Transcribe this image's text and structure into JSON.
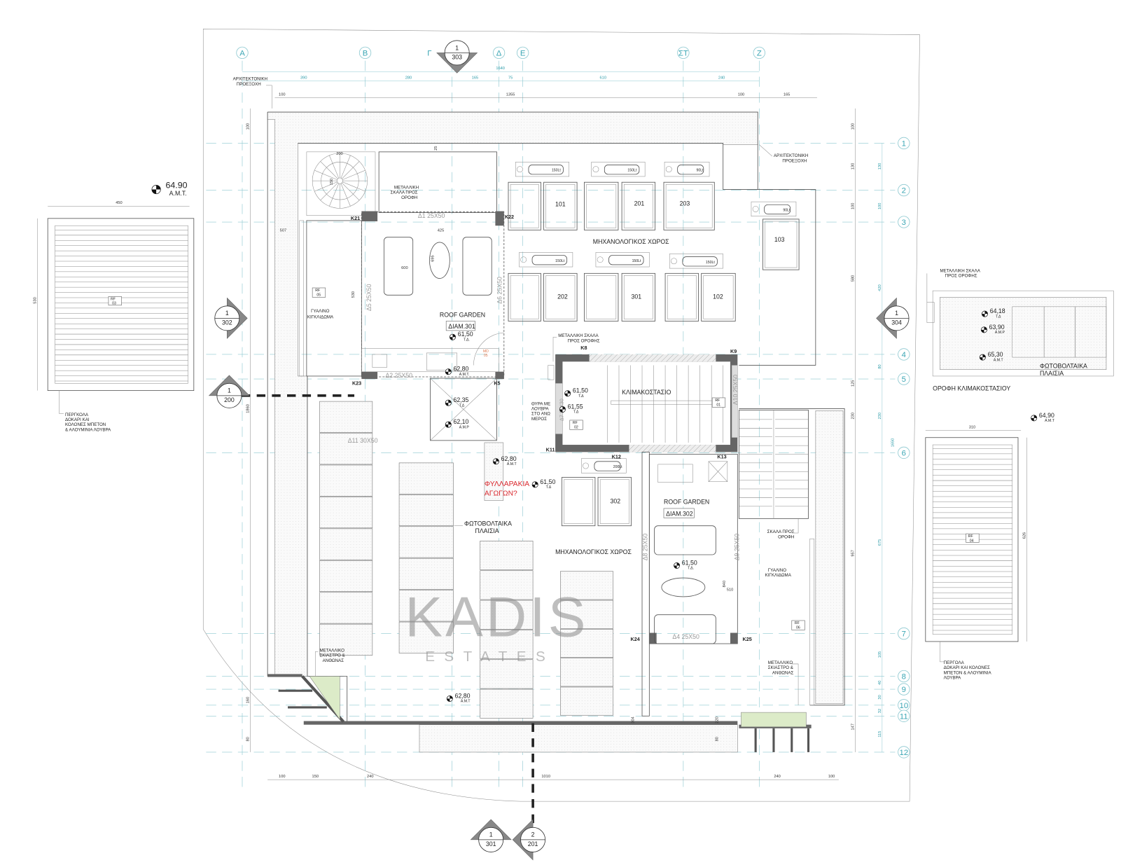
{
  "grid": {
    "cols": [
      "A",
      "B",
      "Γ",
      "Δ",
      "E",
      "ΣΤ",
      "Z"
    ],
    "rows": [
      "1",
      "2",
      "3",
      "4",
      "5",
      "6",
      "7",
      "8",
      "9",
      "10",
      "11",
      "12"
    ]
  },
  "dims": {
    "overall_top": "1640",
    "top_row1": [
      "390",
      "280",
      "165",
      "75",
      "610",
      "240"
    ],
    "top_row2": [
      "100",
      "1355",
      "100",
      "165"
    ],
    "bottom": [
      "100",
      "150",
      "240",
      "1010",
      "240",
      "100"
    ],
    "left": [
      "100",
      "1860",
      "160",
      "80"
    ],
    "right_outer": [
      "100",
      "130",
      "100",
      "580",
      "125",
      "230",
      "957",
      "147"
    ],
    "right_inner": [
      "130",
      "100",
      "420",
      "80",
      "230",
      "1650",
      "675",
      "105",
      "40",
      "30",
      "32",
      "115"
    ],
    "misc": {
      "d507": "507",
      "d425": "425",
      "d600": "600",
      "d695": "695",
      "d530": "530",
      "d200": "200",
      "d150": "150",
      "d25": "25",
      "d840": "840",
      "d510": "510",
      "d304": "304",
      "d220": "220",
      "d80": "80",
      "pergola_left_w": "450",
      "pergola_left_h": "530",
      "pergola_right_w": "310",
      "pergola_right_h": "626"
    }
  },
  "columns": [
    "K21",
    "K22",
    "K23",
    "K5",
    "K8",
    "K9",
    "K11",
    "K12",
    "K13",
    "K24",
    "K25"
  ],
  "beams": [
    "Δ1   25Χ50",
    "Δ5   25Χ50",
    "Δ6   25Χ50",
    "Δ2   25Χ50",
    "Δ11   30Χ50",
    "Δ10  25Χ50",
    "Δ8   25Χ50",
    "Δ9   25Χ50",
    "Δ4   25Χ50",
    "Δ7 25Χ30"
  ],
  "rooms": {
    "mech_top": "ΜΗΧΑΝΟΛΟΓΙΚΟΣ ΧΩΡΟΣ",
    "mech_bottom": "ΜΗΧΑΝΟΛΟΓΙΚΟΣ ΧΩΡΟΣ",
    "roof_garden_301": "ROOF GARDEN",
    "apt_301": "ΔΙΑΜ.301",
    "roof_garden_302": "ROOF GARDEN",
    "apt_302": "ΔΙΑΜ.302",
    "stairwell": "ΚΛΙΜΑΚΟΣΤΑΣΙΟ",
    "stair_roof": "ΟΡΟΦΗ ΚΛΙΜΑΚΟΣΤΑΣΙΟΥ"
  },
  "units": [
    "101",
    "201",
    "203",
    "103",
    "202",
    "301",
    "102",
    "302"
  ],
  "tanks": [
    "150Lt",
    "150Lt",
    "90Lt",
    "90Lt",
    "150Lt",
    "150Lt",
    "150Lt",
    "200Lt"
  ],
  "levels": [
    {
      "value": "64.90",
      "type": "Α.Μ.Τ."
    },
    {
      "value": "61,50",
      "type": "Τ.Δ."
    },
    {
      "value": "62,80",
      "type": "Α.Μ.Τ."
    },
    {
      "value": "62,35",
      "type": "Τ.Δ"
    },
    {
      "value": "62,10",
      "type": "Α.Μ.Ρ"
    },
    {
      "value": "61,50",
      "type": "Τ.Δ"
    },
    {
      "value": "61,55",
      "type": "Τ.Δ"
    },
    {
      "value": "62,80",
      "type": "Α.Μ.Τ"
    },
    {
      "value": "61,50",
      "type": "Τ.Δ"
    },
    {
      "value": "61,50",
      "type": "Τ.Δ."
    },
    {
      "value": "62,80",
      "type": "Α.Μ.Τ"
    },
    {
      "value": "64,18",
      "type": "Τ.Δ"
    },
    {
      "value": "63,90",
      "type": "Α.Μ.Ρ"
    },
    {
      "value": "65,30",
      "type": "Α.Μ.Τ"
    },
    {
      "value": "64,90",
      "type": "Α.Μ.Τ"
    }
  ],
  "tags": [
    {
      "a": "RF",
      "b": "05"
    },
    {
      "a": "RF",
      "b": "03"
    },
    {
      "a": "RF",
      "b": "01"
    },
    {
      "a": "RF",
      "b": "02"
    },
    {
      "a": "RF",
      "b": "06"
    },
    {
      "a": "RF",
      "b": "04"
    },
    {
      "a": "MD",
      "b": "05"
    }
  ],
  "sections": [
    {
      "num": "1",
      "sheet": "303"
    },
    {
      "num": "1",
      "sheet": "302"
    },
    {
      "num": "1",
      "sheet": "200"
    },
    {
      "num": "1",
      "sheet": "304"
    },
    {
      "num": "1",
      "sheet": "301"
    },
    {
      "num": "2",
      "sheet": "201"
    }
  ],
  "notes": {
    "arch_proj_left": [
      "ΑΡΧΙΤΕΚΤΟΝΙΚΗ",
      "ΠΡΟΕΞΟΧΗ"
    ],
    "arch_proj_right": [
      "ΑΡΧΙΤΕΚΤΟΝΙΚΗ",
      "ΠΡΟΕΞΟΧΗ"
    ],
    "metal_stair_spiral": [
      "ΜΕΤΑΛΛΙΚΗ",
      "ΣΚΑΛΑ ΠΡΟΣ",
      "ΟΡΟΦΗ"
    ],
    "glass_rail_left": [
      "ΓΥΑΛΙΝΟ",
      "ΚΙΓΚΛΙΔΩΜΑ"
    ],
    "glass_rail_right": [
      "ΓΥΑΛΙΝΟ",
      "ΚΙΓΚΛΙΔΩΜΑ"
    ],
    "metal_stair_k8": [
      "ΜΕΤΑΛΛΙΚΗ ΣΚΑΛΑ",
      "ΠΡΟΣ ΟΡΟΦΗΣ"
    ],
    "metal_stair_roof": [
      "ΜΕΤΑΛΛΙΚΗ ΣΚΑΛΑ",
      "ΠΡΟΣ ΟΡΟΦΗΣ"
    ],
    "louvre_door": [
      "ΘΥΡΑ ΜΕ",
      "ΛΟΥΒΡΑ",
      "ΣΤΟ ΑΝΩ",
      "ΜΕΡΟΣ"
    ],
    "drain_question": [
      "ΦΥΛΛΑΡΑΚΙΑ",
      "ΑΓΩΓΩΝ?"
    ],
    "pv_main": [
      "ΦΩΤΟΒΟΛΤΑΙΚΑ",
      "ΠΛΑΙΣΙΑ"
    ],
    "pv_roof": [
      "ΦΩΤΟΒΟΛΤΑΙΚΑ",
      "ΠΛΑΙΣΙΑ"
    ],
    "stair_to_roof": [
      "ΣΚΑΛΑ ΠΡΟΣ",
      "ΟΡΟΦΗ"
    ],
    "shade_left": [
      "ΜΕΤΑΛΛΙΚΟ",
      "ΣΚΙΑΣΤΡΟ &",
      "ΑΝΘΩΝΑΣ"
    ],
    "shade_right": [
      "ΜΕΤΑΛΛΙΚΟ",
      "ΣΚΙΑΣΤΡΟ &",
      "ΑΝΘΩΝΑΣ"
    ],
    "pergola_left": [
      "ΠΕΡΓΚΟΛΑ",
      "ΔΟΚΑΡΙ ΚΑΙ",
      "ΚΟΛΟΝΕΣ ΜΠΕΤΟΝ",
      "& ΑΛΟΥΜΙΝΙΑ ΛΟΥΒΡΑ"
    ],
    "pergola_right": [
      "ΠΕΡΓΟΛΑ",
      "ΔΟΚΑΡΙ ΚΑΙ ΚΟΛΟΝΕΣ",
      "ΜΠΕΤΟΝ & ΑΛΟΥΜΙΝΙΑ",
      "ΛΟΥΒΡΑ"
    ]
  },
  "watermark": {
    "brand": "KADIS",
    "sub": "ESTATES"
  },
  "colors": {
    "grid": "#8cc8d0",
    "dim_text": "#2a9aa8",
    "wall": "#666666",
    "planter": "#dcebc8",
    "alert": "#d9262b",
    "watermark_accent": "#c9a86a"
  }
}
